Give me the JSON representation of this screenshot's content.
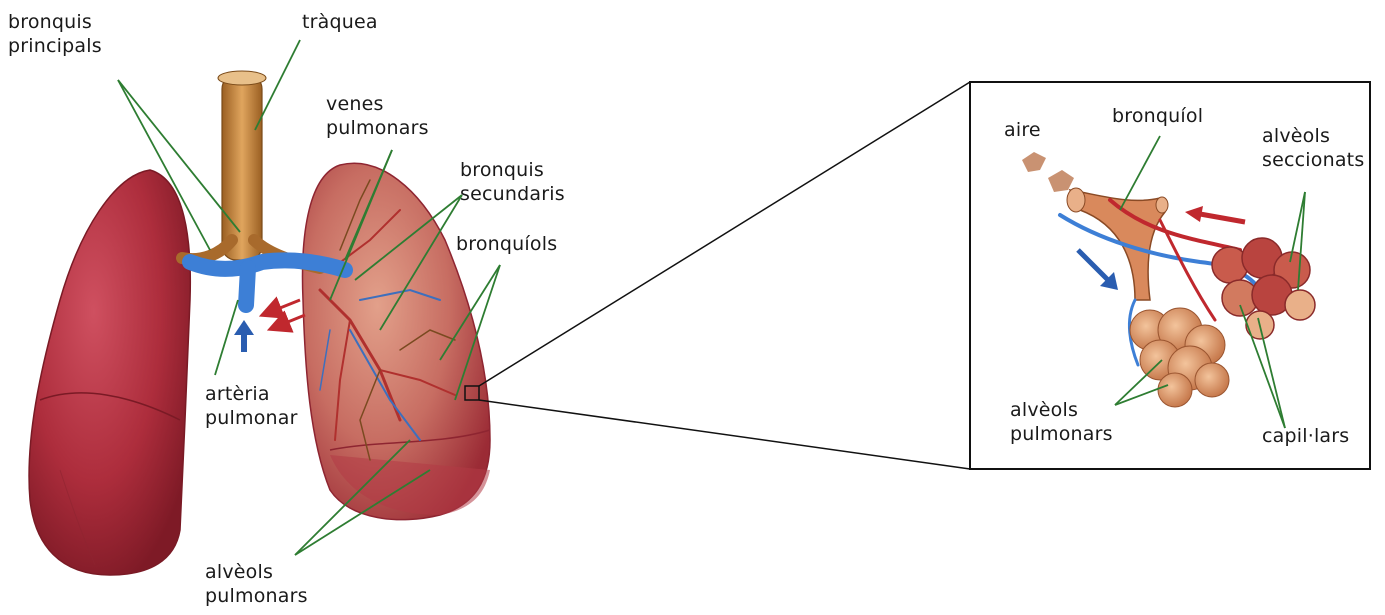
{
  "labels": {
    "bronquis_principals": "bronquis\nprincipals",
    "traquea": "tràquea",
    "venes_pulmonars": "venes\npulmonars",
    "bronquis_secundaris": "bronquis\nsecundaris",
    "bronquiols": "bronquíols",
    "arteria_pulmonar": "artèria\npulmonar",
    "alveols_pulmonars_main": "alvèols\npulmonars",
    "aire": "aire",
    "bronquiol": "bronquíol",
    "alveols_seccionats": "alvèols\nseccionats",
    "alveols_pulmonars_detail": "alvèols\npulmonars",
    "capillars": "capil·lars"
  },
  "colors": {
    "lung": "#b0303f",
    "lung_shade": "#8e1f2c",
    "trachea": "#c98a45",
    "artery_blue": "#3d7fd6",
    "vessel_red": "#c0282e",
    "pointer_line": "#2e7d32",
    "alveoli": "#d9956a"
  }
}
